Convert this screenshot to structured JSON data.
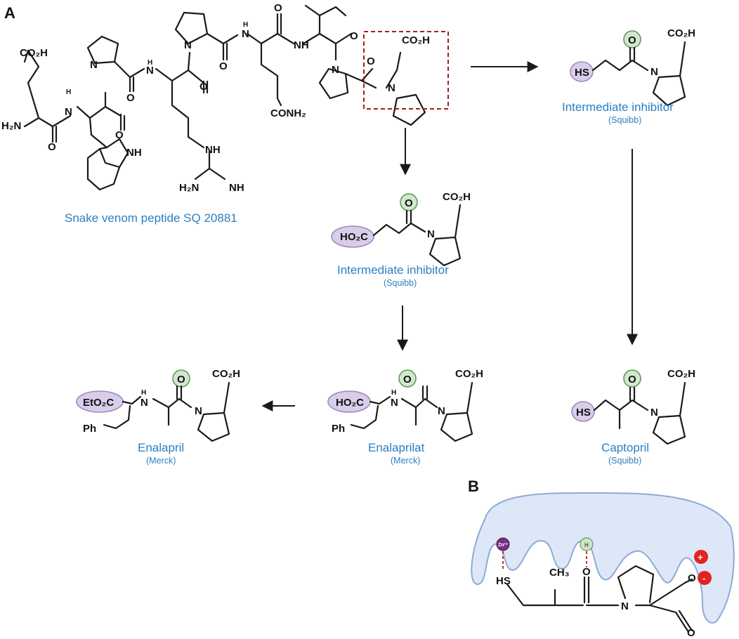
{
  "panels": {
    "a": "A",
    "b": "B"
  },
  "atoms": {
    "co2h": "CO₂H",
    "h2n": "H₂N",
    "nh": "NH",
    "n": "N",
    "h": "H",
    "o": "O",
    "conh2": "CONH₂",
    "hs": "HS",
    "ho2c": "HO₂C",
    "eto2c": "EtO₂C",
    "ph": "Ph",
    "ch3": "CH₃",
    "zn": "Zn²⁺",
    "plus": "+",
    "minus": "-"
  },
  "labels": {
    "snake_title": "Snake venom peptide SQ 20881",
    "inter1_title": "Intermediate inhibitor",
    "inter1_sub": "(Squibb)",
    "inter2_title": "Intermediate inhibitor",
    "inter2_sub": "(Squibb)",
    "enalaprilat_title": "Enalaprilat",
    "enalaprilat_sub": "(Merck)",
    "enalapril_title": "Enalapril",
    "enalapril_sub": "(Merck)",
    "captopril_title": "Captopril",
    "captopril_sub": "(Squibb)"
  },
  "colors": {
    "label_blue": "#2a7fc4",
    "highlight_purple": "#d9cdea",
    "highlight_green": "#d3e7cf",
    "enzyme_fill": "#dde7f7",
    "enzyme_stroke": "#8eaad6",
    "interaction_red": "#d0302b",
    "zn_purple": "#7a2f7e",
    "box_red": "#a02020"
  }
}
